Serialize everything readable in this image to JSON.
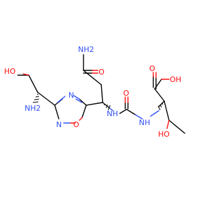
{
  "colors": {
    "carbon": "#000000",
    "oxygen": "#ff0d0d",
    "nitrogen": "#3050f8",
    "background": "#ffffff"
  },
  "atoms": {
    "nh2_amide": "NH2",
    "o_amide": "O",
    "ho_left": "HO",
    "ring_n_top": "N",
    "ring_n_bottom": "N",
    "ring_o": "O",
    "nh2_left": "NH2",
    "nh_center": "NH",
    "o_urea": "O",
    "nh_right": "NH",
    "o_acid": "O",
    "oh_acid": "OH",
    "ho_right": "HO"
  }
}
